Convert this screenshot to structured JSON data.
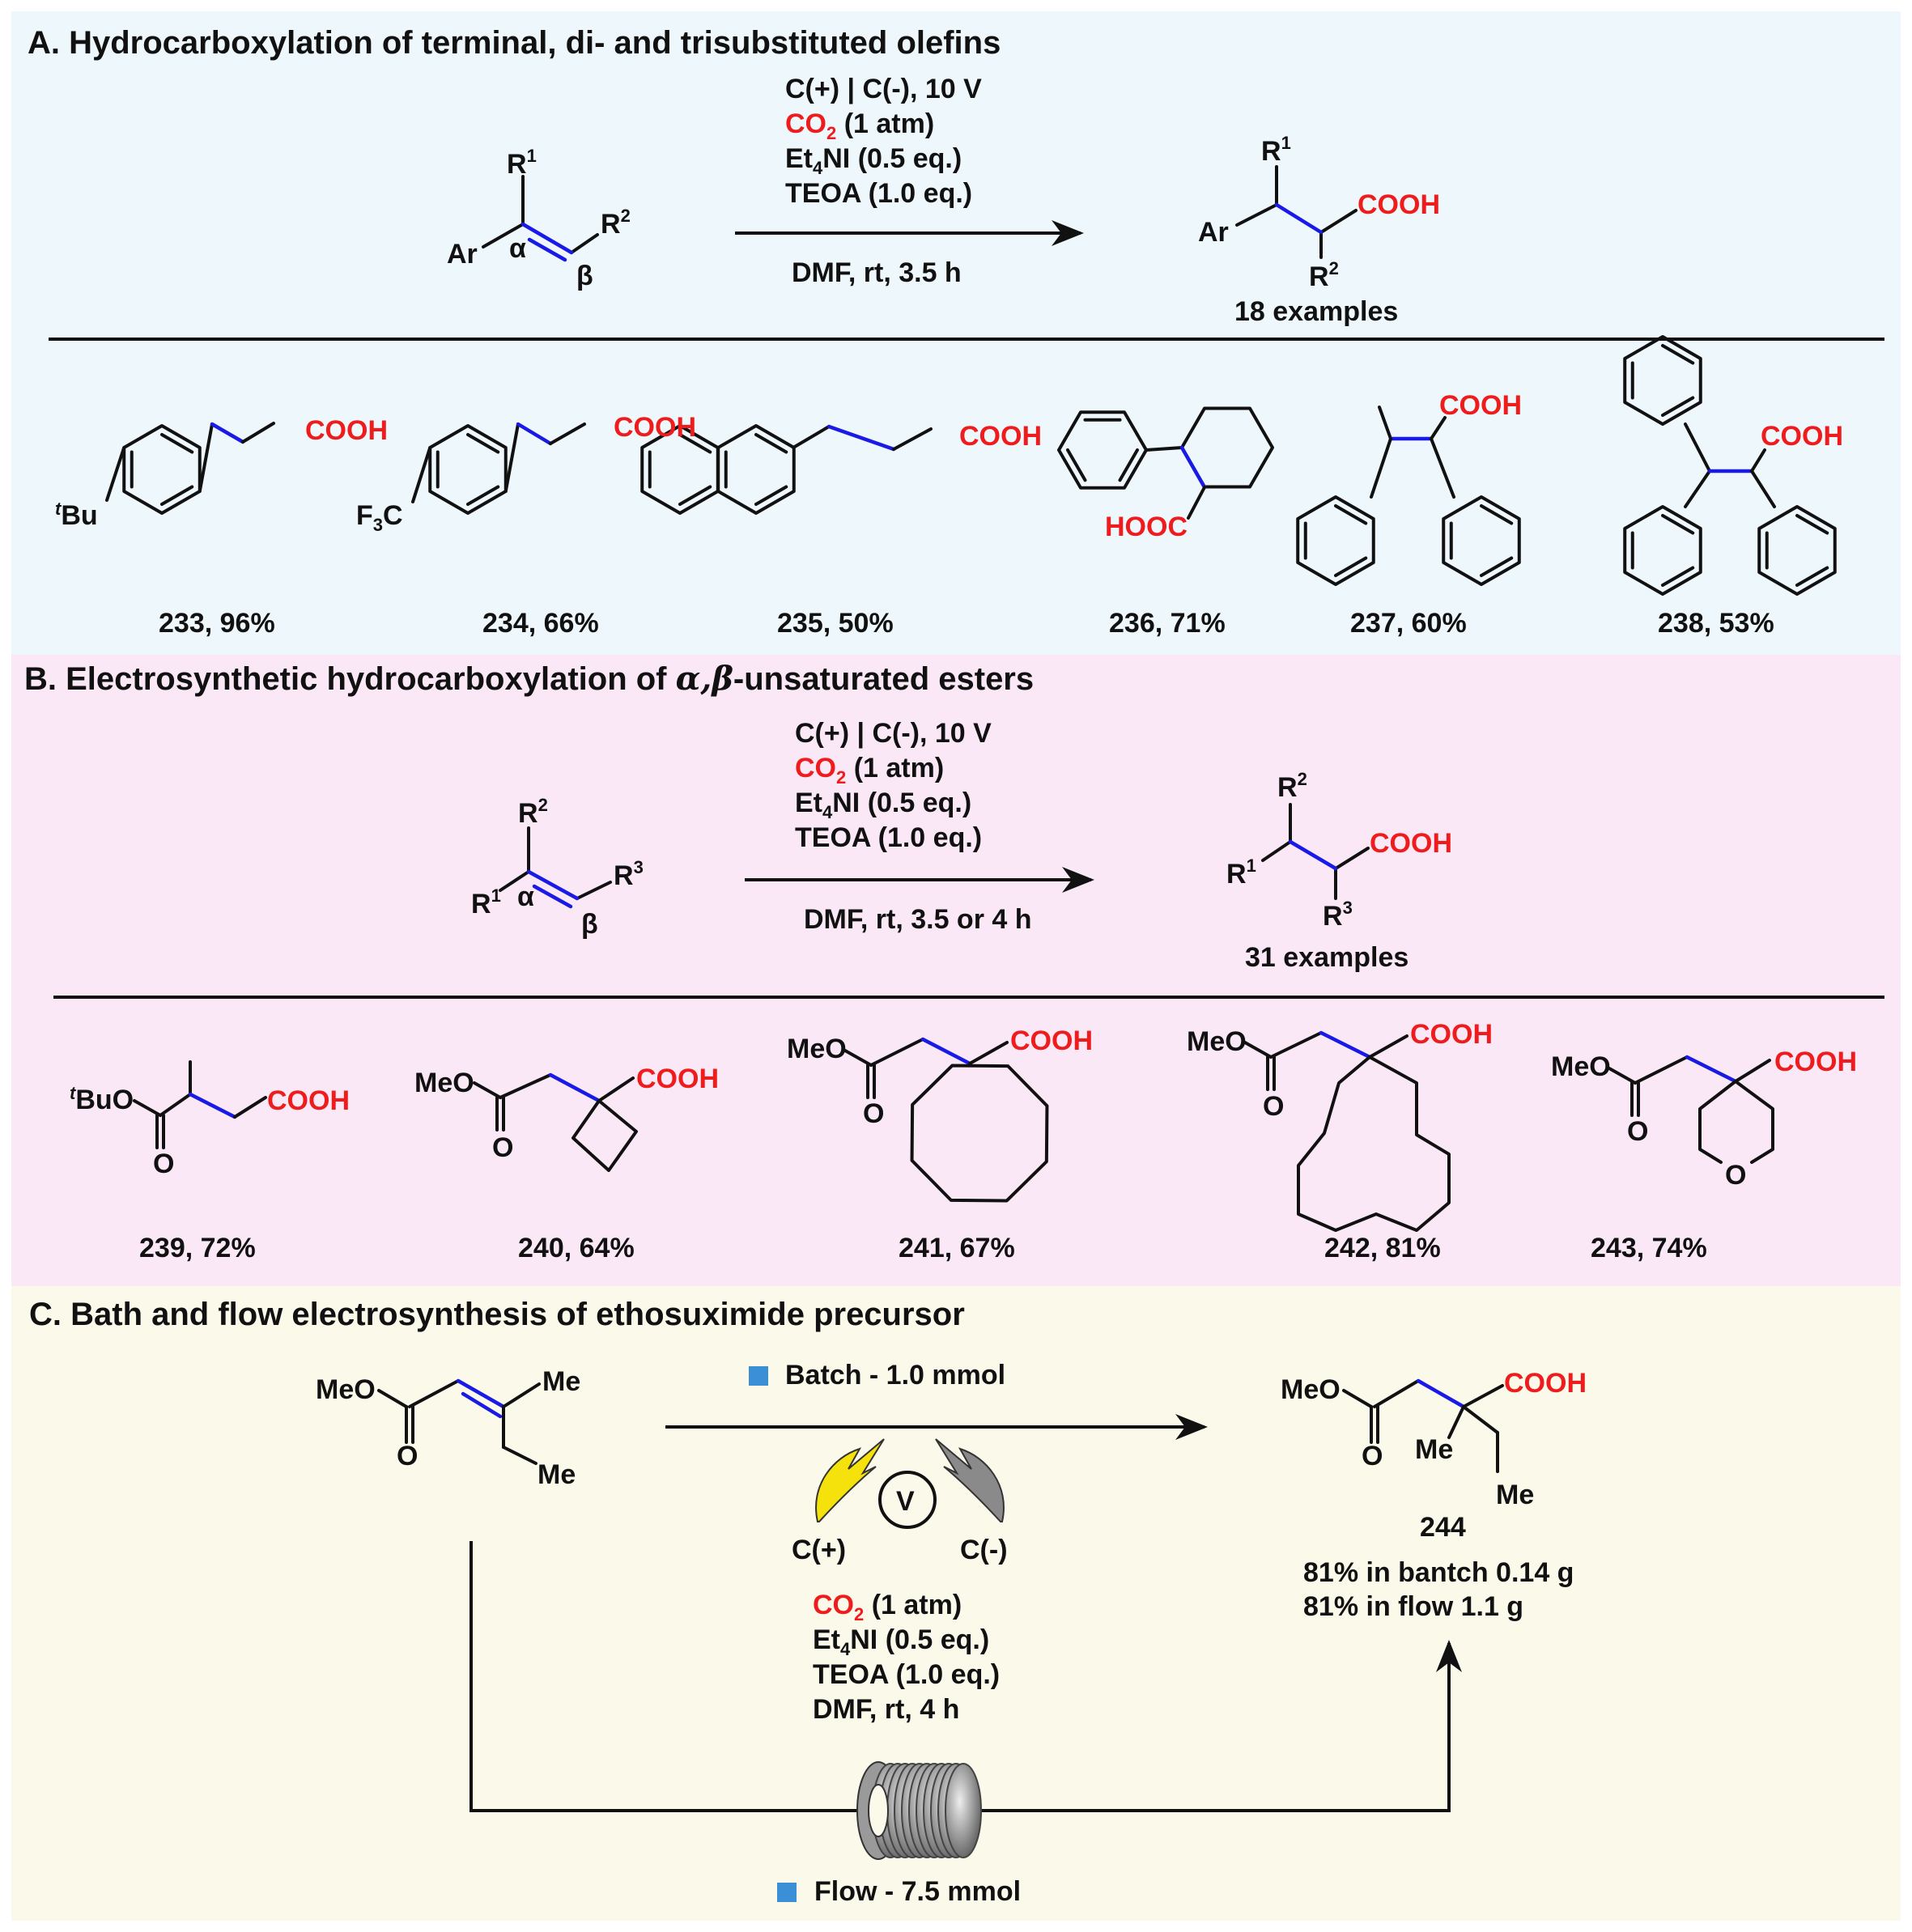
{
  "colors": {
    "panel_a": "#eef7fb",
    "panel_b": "#fbe8f7",
    "panel_c": "#fbf9ea",
    "accent_red": "#ee1c1c",
    "bond_blue": "#1a1ae6",
    "legend_square": "#3b8fd6"
  },
  "panel_a": {
    "title": "A. Hydrocarboxylation of terminal, di- and trisubstituted olefins",
    "conditions": {
      "electrodes": "C(+) | C(-), 10 V",
      "co2": "CO",
      "co2_sub": "2",
      "co2_rest": " (1 atm)",
      "salt": "Et",
      "salt_sub": "4",
      "salt_rest": "NI (0.5 eq.)",
      "additive": "TEOA (1.0 eq.)",
      "solvent": "DMF, rt, 3.5 h"
    },
    "substrate": {
      "r1": "R",
      "r1_sup": "1",
      "r2": "R",
      "r2_sup": "2",
      "ar": "Ar",
      "alpha": "α",
      "beta": "β"
    },
    "product": {
      "r1": "R",
      "r1_sup": "1",
      "r2": "R",
      "r2_sup": "2",
      "ar": "Ar",
      "acid": "COOH",
      "count": "18 examples"
    },
    "examples": [
      {
        "label": "233, 96%",
        "group": "Bu",
        "group_sup": "t",
        "acid": "COOH"
      },
      {
        "label": "234, 66%",
        "group": "F",
        "group_sub": "3",
        "group_rest": "C",
        "acid": "COOH"
      },
      {
        "label": "235, 50%",
        "acid": "COOH"
      },
      {
        "label": "236, 71%",
        "acid": "HOOC"
      },
      {
        "label": "237, 60%",
        "acid": "COOH"
      },
      {
        "label": "238, 53%",
        "acid": "COOH"
      }
    ]
  },
  "panel_b": {
    "title_pre": "B. Electrosynthetic hydrocarboxylation of ",
    "title_greek": "α,β",
    "title_post": "-unsaturated esters",
    "conditions": {
      "electrodes": "C(+) | C(-), 10 V",
      "co2": "CO",
      "co2_sub": "2",
      "co2_rest": " (1 atm)",
      "salt": "Et",
      "salt_sub": "4",
      "salt_rest": "NI (0.5 eq.)",
      "additive": "TEOA (1.0 eq.)",
      "solvent": "DMF, rt, 3.5 or 4 h"
    },
    "substrate": {
      "r1": "R",
      "r1_sup": "1",
      "r2": "R",
      "r2_sup": "2",
      "r3": "R",
      "r3_sup": "3",
      "alpha": "α",
      "beta": "β"
    },
    "product": {
      "r1": "R",
      "r1_sup": "1",
      "r2": "R",
      "r2_sup": "2",
      "r3": "R",
      "r3_sup": "3",
      "acid": "COOH",
      "count": "31 examples"
    },
    "examples": [
      {
        "label": "239, 72%",
        "ester": "BuO",
        "ester_sup": "t",
        "carbonyl_o": "O",
        "acid": "COOH"
      },
      {
        "label": "240, 64%",
        "ester": "MeO",
        "carbonyl_o": "O",
        "acid": "COOH"
      },
      {
        "label": "241, 67%",
        "ester": "MeO",
        "carbonyl_o": "O",
        "acid": "COOH"
      },
      {
        "label": "242, 81%",
        "ester": "MeO",
        "carbonyl_o": "O",
        "acid": "COOH"
      },
      {
        "label": "243, 74%",
        "ester": "MeO",
        "carbonyl_o": "O",
        "ring_o": "O",
        "acid": "COOH"
      }
    ]
  },
  "panel_c": {
    "title": "C. Bath and flow electrosynthesis of ethosuximide precursor",
    "substrate": {
      "ester": "MeO",
      "carbonyl_o": "O",
      "me1": "Me",
      "me2": "Me"
    },
    "batch_label": "Batch - 1.0 mmol",
    "flow_label": "Flow - 7.5 mmol",
    "voltage": "V",
    "anode": "C(+)",
    "cathode": "C(-)",
    "conditions": {
      "co2": "CO",
      "co2_sub": "2",
      "co2_rest": " (1 atm)",
      "salt": "Et",
      "salt_sub": "4",
      "salt_rest": "NI (0.5 eq.)",
      "additive": "TEOA (1.0 eq.)",
      "solvent": "DMF, rt, 4 h"
    },
    "product": {
      "ester": "MeO",
      "carbonyl_o": "O",
      "acid": "COOH",
      "me1": "Me",
      "me2": "Me",
      "number": "244",
      "yield_batch": "81% in bantch 0.14 g",
      "yield_flow": "81% in flow 1.1 g"
    }
  }
}
